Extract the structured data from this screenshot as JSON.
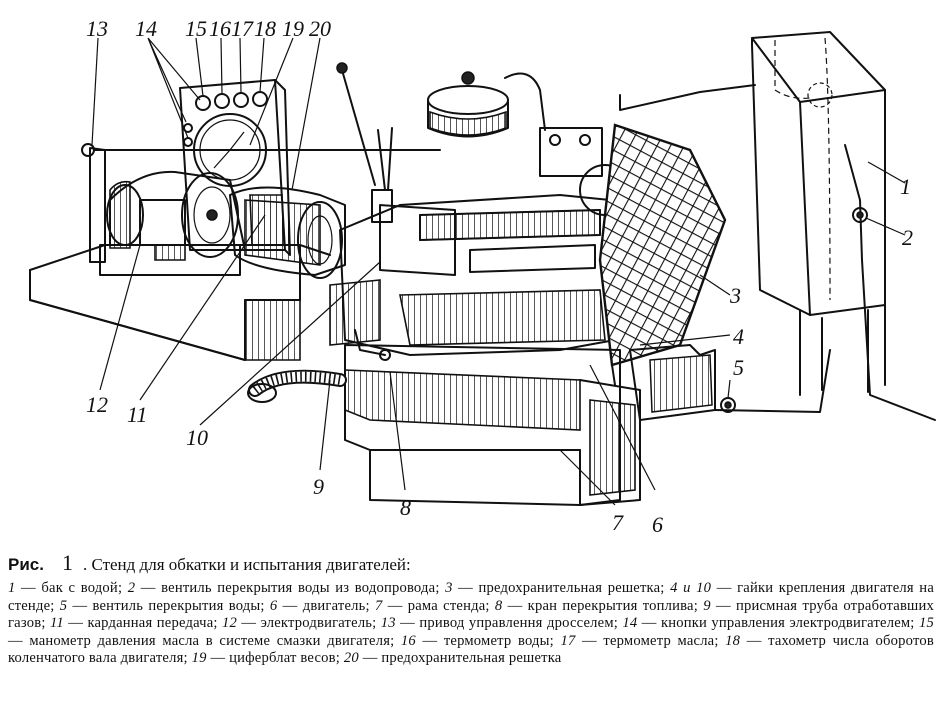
{
  "figure": {
    "callouts": [
      "1",
      "2",
      "3",
      "4",
      "5",
      "6",
      "7",
      "8",
      "9",
      "10",
      "11",
      "12",
      "13",
      "14",
      "15",
      "16",
      "17",
      "18",
      "19",
      "20"
    ]
  },
  "caption": {
    "prefix": "Рис.",
    "number": "1",
    "title": ". Стенд для обкатки и испытания двигателей:"
  },
  "legend": [
    {
      "num": "1",
      "text": "бак с водой;"
    },
    {
      "num": "2",
      "text": "вентиль перекрытия воды из водопровода;"
    },
    {
      "num": "3",
      "text": "предохранительная решетка;"
    },
    {
      "num": "4 и 10",
      "text": "гайки крепления двигателя на стенде;"
    },
    {
      "num": "5",
      "text": "вентиль перекрытия воды;"
    },
    {
      "num": "6",
      "text": "двигатель;"
    },
    {
      "num": "7",
      "text": "рама стенда;"
    },
    {
      "num": "8",
      "text": "кран перекрытия топлива;"
    },
    {
      "num": "9",
      "text": "присмная труба отработавших газов;"
    },
    {
      "num": "11",
      "text": "карданная передача;"
    },
    {
      "num": "12",
      "text": "электродвигатель;"
    },
    {
      "num": "13",
      "text": "привод управлення дросселем;"
    },
    {
      "num": "14",
      "text": "кнопки управления электродвигателем;"
    },
    {
      "num": "15",
      "text": "манометр давления масла в системе смазки двигателя;"
    },
    {
      "num": "16",
      "text": "термометр воды;"
    },
    {
      "num": "17",
      "text": "термометр масла;"
    },
    {
      "num": "18",
      "text": "тахометр числа оборотов коленчатого вала двигателя;"
    },
    {
      "num": "19",
      "text": "циферблат весов;"
    },
    {
      "num": "20",
      "text": "предохранительная решетка"
    }
  ]
}
